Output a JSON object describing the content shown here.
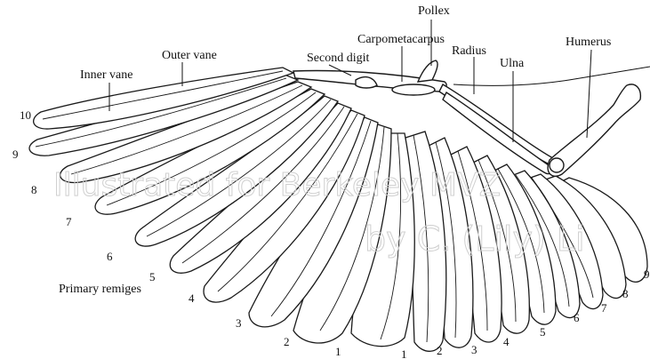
{
  "labels": {
    "pollex": "Pollex",
    "carpometacarpus": "Carpometacarpus",
    "humerus": "Humerus",
    "outer_vane": "Outer vane",
    "second_digit": "Second digit",
    "radius": "Radius",
    "ulna": "Ulna",
    "inner_vane": "Inner vane",
    "primary_remiges": "Primary remiges"
  },
  "primary_numbers": [
    "10",
    "9",
    "8",
    "7",
    "6",
    "5",
    "4",
    "3",
    "2",
    "1"
  ],
  "secondary_numbers": [
    "1",
    "2",
    "3",
    "4",
    "5",
    "6",
    "7",
    "8",
    "9"
  ],
  "watermark": {
    "line1": "Illustrated for Berkeley MVZ",
    "line2": "by C. (Lily) Li"
  },
  "colors": {
    "ink": "#1a1a1a",
    "watermark": "#cfcfcf",
    "background": "#ffffff"
  }
}
